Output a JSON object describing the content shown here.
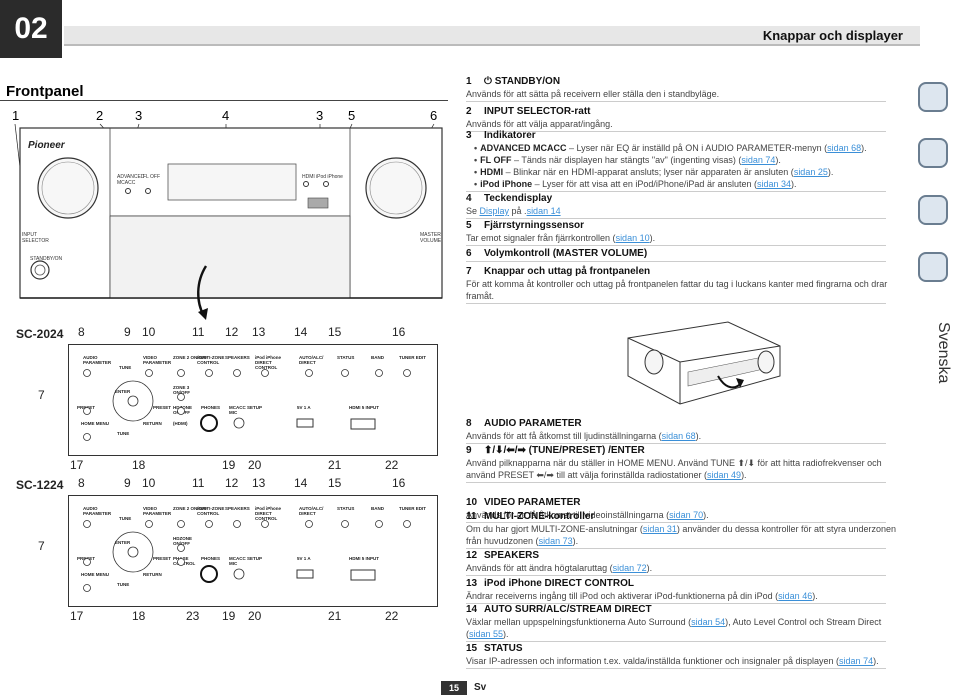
{
  "header": {
    "chapter": "02",
    "title": "Knappar och displayer"
  },
  "section": {
    "title": "Frontpanel"
  },
  "front": {
    "callouts": [
      "1",
      "2",
      "3",
      "4",
      "3",
      "5",
      "6"
    ],
    "brand": "Pioneer",
    "labels": {
      "amcacc": "ADVANCED MCACC",
      "floff": "FL OFF",
      "hdmi": "HDMI",
      "ipod": "iPod iPhone",
      "input_selector": "INPUT SELECTOR",
      "master_volume": "MASTER VOLUME",
      "standby": "STANDBY/ON"
    }
  },
  "panels": [
    {
      "model": "SC-2024",
      "top_nums": [
        "8",
        "9",
        "10",
        "11",
        "12",
        "13",
        "14",
        "15",
        "16"
      ],
      "side_num": "7",
      "bottom_nums": [
        "17",
        "18",
        "19",
        "20",
        "21",
        "22"
      ],
      "row1": [
        "AUDIO PARAMETER",
        "VIDEO PARAMETER",
        "ZONE 2 ON/OFF",
        "MULTI-ZONE CONTROL",
        "SPEAKERS",
        "iPod iPhone DIRECT CONTROL",
        "AUTO/ALC/ DIRECT",
        "STATUS",
        "BAND",
        "TUNER EDIT"
      ],
      "row2": [
        "TUNE",
        "ZONE 3 ON/OFF"
      ],
      "row3": [
        "PRESET",
        "ENTER",
        "PRESET",
        "HDZONE ON/OFF",
        "PHONES",
        "MCACC SETUP MIC",
        "5V 1 A",
        "HDMI 5 INPUT"
      ],
      "row4": [
        "HOME MENU",
        "RETURN",
        "TUNE",
        "(HDMI)"
      ]
    },
    {
      "model": "SC-1224",
      "top_nums": [
        "8",
        "9",
        "10",
        "11",
        "12",
        "13",
        "14",
        "15",
        "16"
      ],
      "side_num": "7",
      "bottom_nums": [
        "17",
        "18",
        "23",
        "19",
        "20",
        "21",
        "22"
      ],
      "row1": [
        "AUDIO PARAMETER",
        "VIDEO PARAMETER",
        "ZONE 2 ON/OFF",
        "MULTI-ZONE CONTROL",
        "SPEAKERS",
        "iPod iPhone DIRECT CONTROL",
        "AUTO/ALC/ DIRECT",
        "STATUS",
        "BAND",
        "TUNER EDIT"
      ],
      "row2": [
        "TUNE",
        "HDZONE ON/OFF"
      ],
      "row3": [
        "PRESET",
        "ENTER",
        "PRESET",
        "PHASE CONTROL",
        "PHONES",
        "MCACC SETUP MIC",
        "5V 1 A",
        "HDMI 5 INPUT"
      ],
      "row4": [
        "HOME MENU",
        "RETURN",
        "TUNE"
      ]
    }
  ],
  "items": [
    {
      "num": "1",
      "title": "⏻ STANDBY/ON",
      "lines": [
        {
          "text": "Används för att sätta på receivern eller ställa den i standbyläge."
        }
      ]
    },
    {
      "num": "2",
      "title": "INPUT SELECTOR-ratt",
      "lines": [
        {
          "text": "Används för att välja apparat/ingång."
        }
      ]
    },
    {
      "num": "3",
      "title": "Indikatorer",
      "bullets": [
        {
          "pre": "ADVANCED MCACC",
          "text": " – Lyser när EQ är inställd på ON i AUDIO PARAMETER-menyn (",
          "link": "sidan 68",
          "post": ")."
        },
        {
          "pre": "FL OFF",
          "text": " – Tänds när displayen har stängts \"av\" (ingenting visas) (",
          "link": "sidan 74",
          "post": ")."
        },
        {
          "pre": "HDMI",
          "text": " – Blinkar när en HDMI-apparat ansluts; lyser när apparaten är ansluten (",
          "link": "sidan 25",
          "post": ")."
        },
        {
          "pre": "iPod iPhone",
          "text": " – Lyser för att visa att en iPod/iPhone/iPad är ansluten (",
          "link": "sidan 34",
          "post": ")."
        }
      ]
    },
    {
      "num": "4",
      "title": "Teckendisplay",
      "lines": [
        {
          "pre": "Se ",
          "link": "Display",
          "mid": " på ",
          "link2": "sidan 14",
          "post": "."
        }
      ]
    },
    {
      "num": "5",
      "title": "Fjärrstyrningssensor",
      "lines": [
        {
          "text": "Tar emot signaler från fjärrkontrollen (",
          "link": "sidan 10",
          "post": ")."
        }
      ]
    },
    {
      "num": "6",
      "title": "Volymkontroll (MASTER VOLUME)",
      "lines": []
    },
    {
      "num": "7",
      "title": "Knappar och uttag på frontpanelen",
      "lines": [
        {
          "text": "För att komma åt kontroller och uttag på frontpanelen fattar du tag i luckans kanter med fingrarna och drar framåt."
        }
      ]
    },
    {
      "num": "8",
      "title": "AUDIO PARAMETER",
      "lines": [
        {
          "text": "Används för att få åtkomst till ljudinställningarna (",
          "link": "sidan 68",
          "post": ")."
        }
      ]
    },
    {
      "num": "9",
      "title": "⬆/⬇/⬅/➡ (TUNE/PRESET) /ENTER",
      "lines": [
        {
          "text": "Använd pilknapparna när du ställer in HOME MENU. Använd TUNE ⬆/⬇ för att hitta radiofrekvenser och använd PRESET ⬅/➡ till att välja forinställda radiostationer (",
          "link": "sidan 49",
          "post": ")."
        }
      ]
    },
    {
      "num": "10",
      "title": "VIDEO PARAMETER",
      "lines": [
        {
          "text": "Används för att få åtkomst till videoinställningarna (",
          "link": "sidan 70",
          "post": ")."
        }
      ]
    },
    {
      "num": "11",
      "title": "MULTI-ZONE-kontroller",
      "lines": [
        {
          "text": "Om du har gjort MULTI-ZONE-anslutningar (",
          "link": "sidan 31",
          "post": ") använder du dessa kontroller för att styra underzonen från huvudzonen (",
          "link2": "sidan 73",
          "post2": ")."
        }
      ]
    },
    {
      "num": "12",
      "title": "SPEAKERS",
      "lines": [
        {
          "text": "Används för att ändra högtalaruttag (",
          "link": "sidan 72",
          "post": ")."
        }
      ]
    },
    {
      "num": "13",
      "title": "iPod iPhone DIRECT CONTROL",
      "lines": [
        {
          "text": "Ändrar receiverns ingång till iPod och aktiverar iPod-funktionerna på din iPod (",
          "link": "sidan 46",
          "post": ")."
        }
      ]
    },
    {
      "num": "14",
      "title": "AUTO SURR/ALC/STREAM DIRECT",
      "lines": [
        {
          "text": "Växlar mellan uppspelningsfunktionerna Auto Surround (",
          "link": "sidan 54",
          "post": "), Auto Level Control och Stream Direct (",
          "link2": "sidan 55",
          "post2": ")."
        }
      ]
    },
    {
      "num": "15",
      "title": "STATUS",
      "lines": [
        {
          "text": "Visar IP-adressen och information t.ex. valda/inställda funktioner och insignaler på displayen (",
          "link": "sidan 74",
          "post": ")."
        }
      ]
    }
  ],
  "side_tab": "Svenska",
  "footer": {
    "page": "15",
    "lang": "Sv"
  }
}
